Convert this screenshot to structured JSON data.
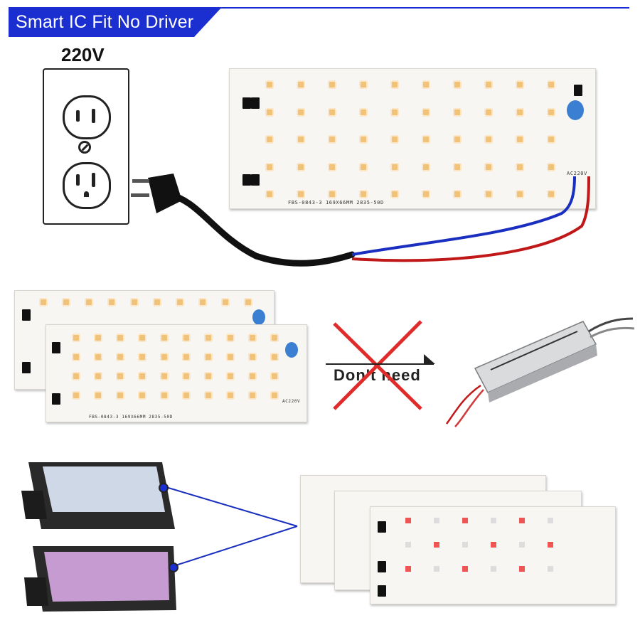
{
  "banner": {
    "title": "Smart IC Fit No Driver",
    "color": "#1b2fd1"
  },
  "outlet": {
    "voltage": "220V",
    "icon": "wall-outlet-icon"
  },
  "main_board": {
    "silkscreen": "FBS-0843-3   169X66MM 2835-50D",
    "ac_label": "AC220V"
  },
  "stacked_board": {
    "silkscreen": "FBS-0843-3   169X66MM 2835-50D",
    "ac_label": "AC220V"
  },
  "driver_comparison": {
    "label": "Don't need",
    "cross_color": "#e02b2b",
    "icon": "cross-icon"
  },
  "driver": {
    "icon": "led-driver-icon"
  },
  "colors": {
    "wire_blue": "#1a2fbf",
    "wire_red": "#c01818",
    "led_warm": "#f0c27a"
  }
}
